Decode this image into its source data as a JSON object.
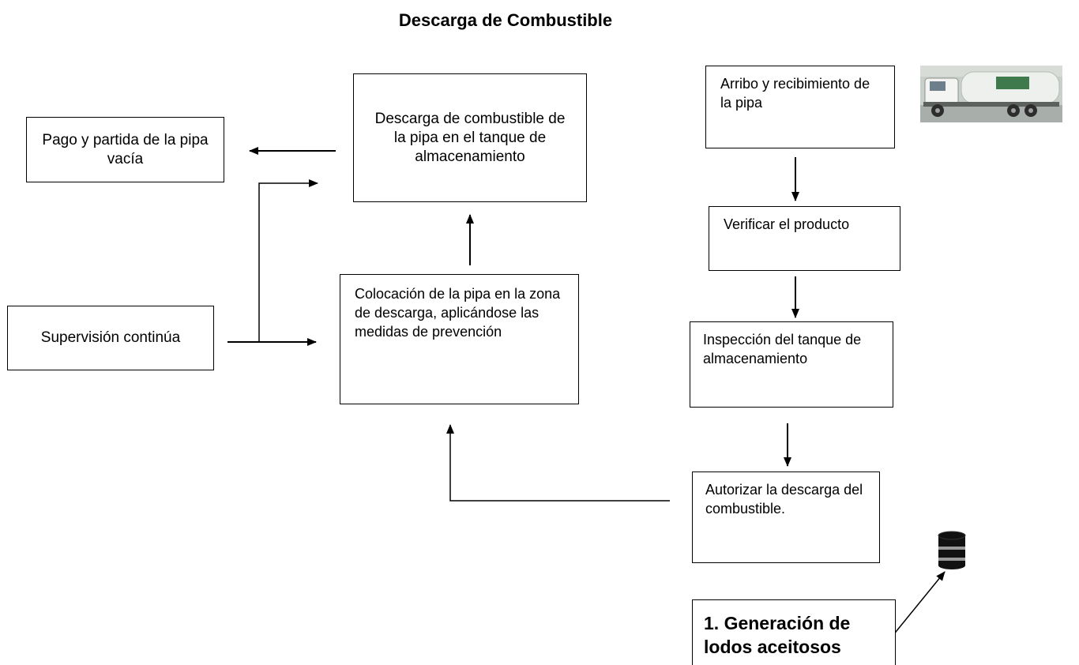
{
  "title": "Descarga de Combustible",
  "nodes": {
    "descarga_tanque": "Descarga de combustible de la pipa en el tanque de almacenamiento",
    "pago_partida": "Pago y partida de la pipa vacía",
    "arribo": "Arribo y recibimiento de la pipa",
    "verificar": "Verificar el producto",
    "colocacion": "Colocación de la pipa en la zona de descarga, aplicándose las medidas de prevención",
    "supervision": "Supervisión continúa",
    "inspeccion": "Inspección del tanque de almacenamiento",
    "autorizar": "Autorizar la descarga del combustible.",
    "generacion": "1. Generación de lodos aceitosos"
  },
  "images": {
    "truck": "tanker-truck-photo",
    "barrel": "waste-barrel-icon"
  },
  "colors": {
    "line": "#000000",
    "box_border": "#000000",
    "truck_body": "#e6e9e6",
    "truck_label": "#3f7a4c",
    "barrel_band": "#9a9a9a"
  }
}
